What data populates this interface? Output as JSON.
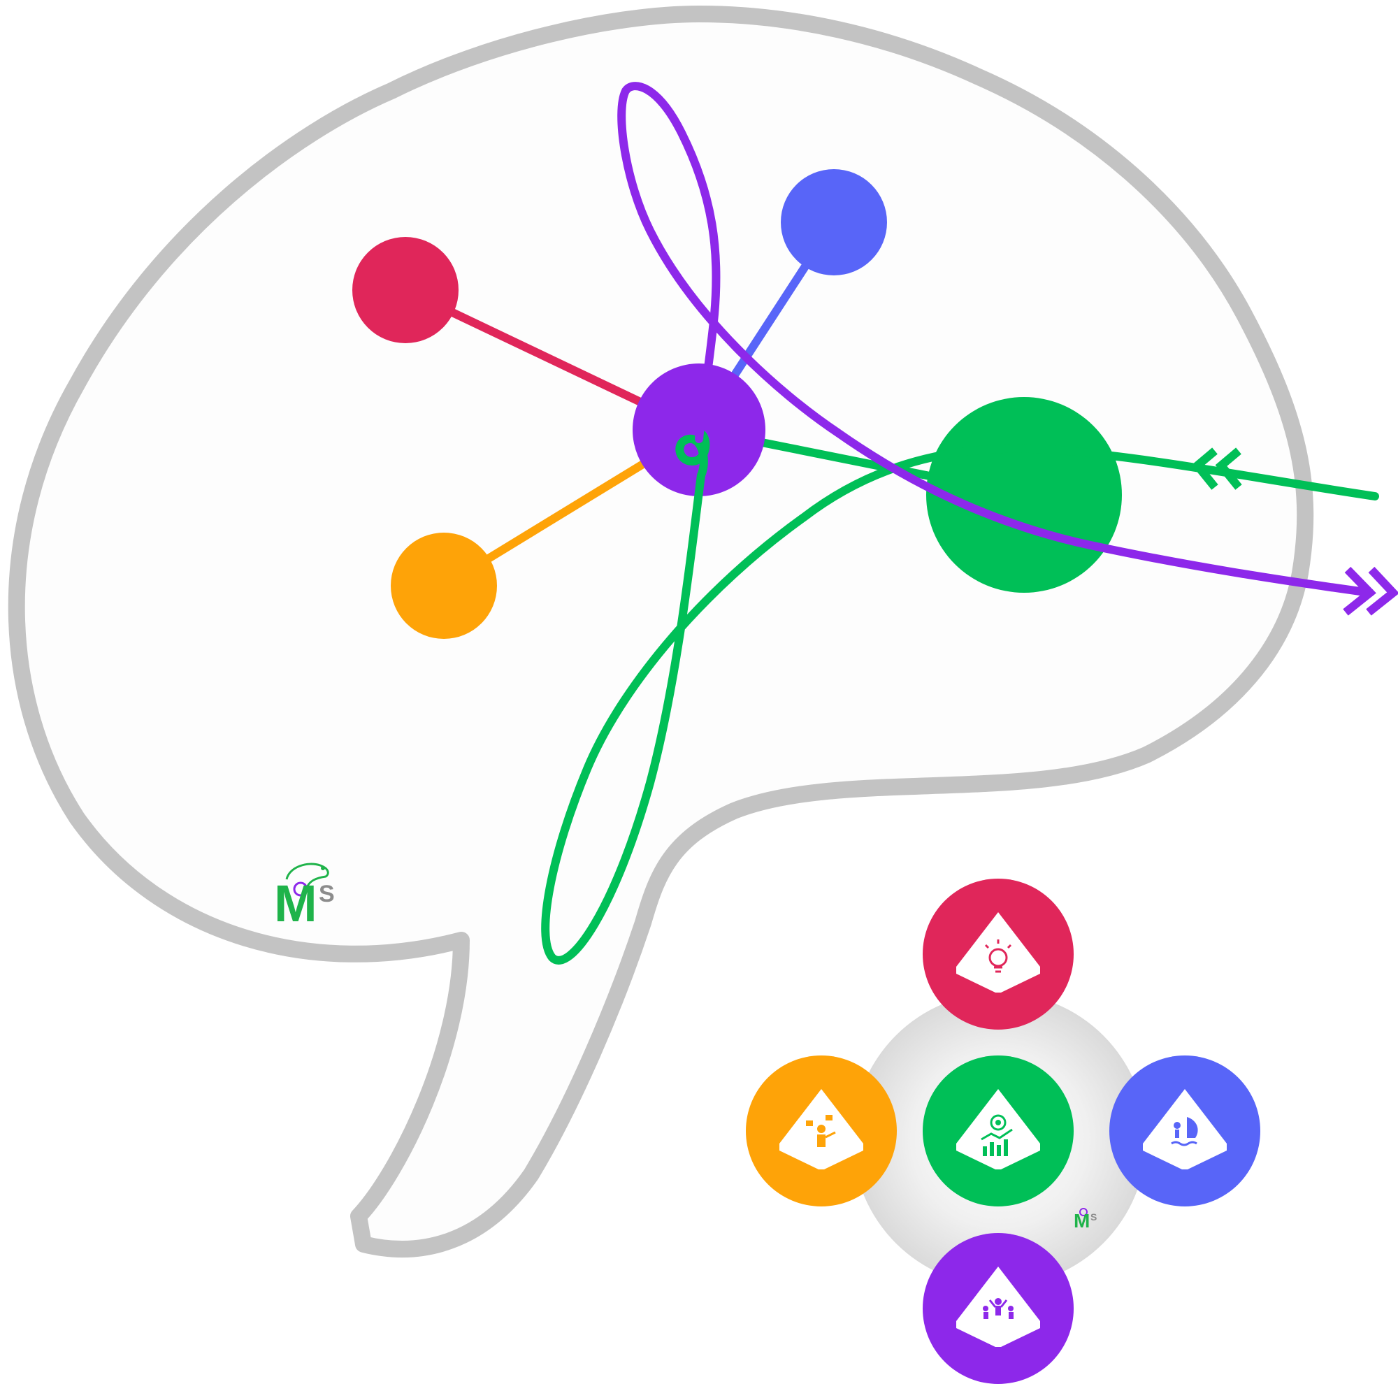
{
  "colors": {
    "outline": "#c3c3c3",
    "bubble_fill": "#fdfdfd",
    "red": "#e0265a",
    "blue": "#5865f8",
    "purple": "#8d28ea",
    "green": "#00bf57",
    "orange": "#fea308",
    "logo_green": "#1fb34a",
    "logo_gray": "#8c8c8c"
  },
  "logo": {
    "letter_m": "M",
    "letter_s": "S"
  },
  "nodes": [
    {
      "id": "hub",
      "color": "purple"
    },
    {
      "id": "red",
      "color": "red"
    },
    {
      "id": "blue",
      "color": "blue"
    },
    {
      "id": "orange",
      "color": "orange"
    },
    {
      "id": "green",
      "color": "green"
    }
  ],
  "icon_cluster": [
    {
      "position": "top",
      "color": "red",
      "icon": "lightbulb-hand-icon"
    },
    {
      "position": "left",
      "color": "orange",
      "icon": "presenter-ideas-icon"
    },
    {
      "position": "center",
      "color": "green",
      "icon": "target-growth-chart-icon"
    },
    {
      "position": "right",
      "color": "blue",
      "icon": "windsurfer-icon"
    },
    {
      "position": "bottom",
      "color": "purple",
      "icon": "team-celebration-icon"
    }
  ]
}
